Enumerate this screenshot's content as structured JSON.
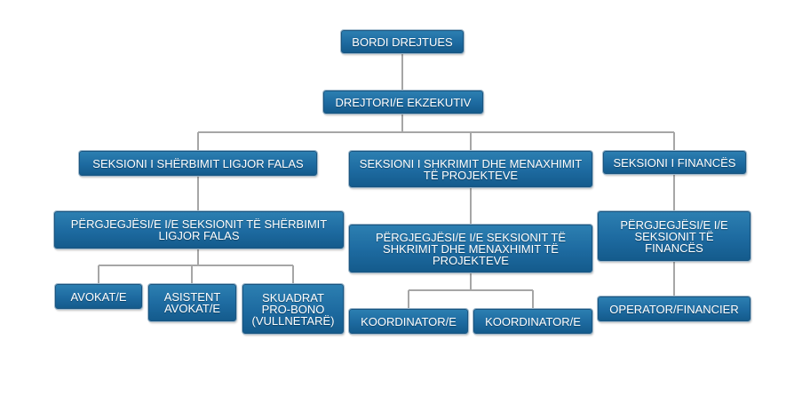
{
  "org_chart": {
    "board": "BORDI DREJTUES",
    "executive_director": "DREJTORI/E EKZEKUTIV",
    "section_legal": "SEKSIONI I SHËRBIMIT LIGJOR FALAS",
    "section_writing": "SEKSIONI I SHKRIMIT DHE MENAXHIMIT TË PROJEKTEVE",
    "section_finance": "SEKSIONI I FINANCËS",
    "head_legal": "PËRGJEGJËSI/E I/E SEKSIONIT TË SHËRBIMIT LIGJOR FALAS",
    "head_writing": "PËRGJEGJËSI/E I/E SEKSIONIT TË SHKRIMIT DHE MENAXHIMIT TË PROJEKTEVE",
    "head_finance": "PËRGJEGJËSI/E I/E SEKSIONIT TË FINANCËS",
    "lawyer": "AVOKAT/E",
    "assistant_lawyer": "ASISTENT AVOKAT/E",
    "pro_bono_teams": "SKUADRAT PRO-BONO (VULLNETARË)",
    "coordinator_1": "KOORDINATOR/E",
    "coordinator_2": "KOORDINATOR/E",
    "finance_operator": "OPERATOR/FINANCIER"
  },
  "colors": {
    "box_fill": "#1d6aa0",
    "connector": "#a6a6a6"
  }
}
